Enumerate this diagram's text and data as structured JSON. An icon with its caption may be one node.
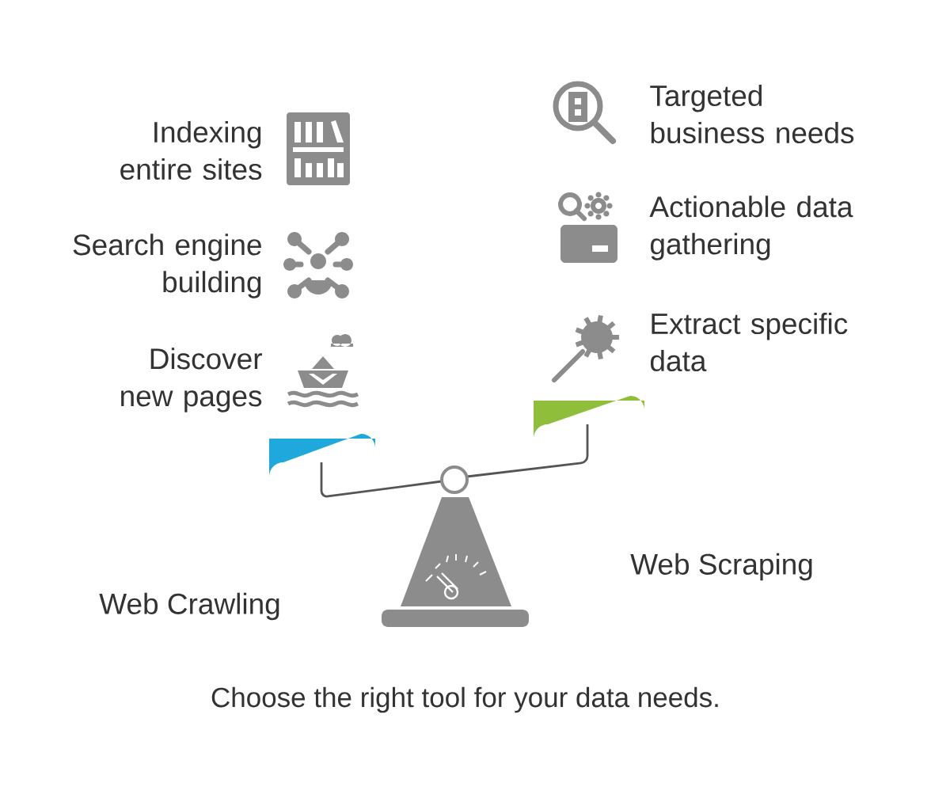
{
  "diagram": {
    "caption": "Choose the right tool for your data needs.",
    "labels": [
      "Targeted business needs",
      "Indexing entire sites",
      "Actionable data gathering",
      "Search engine building",
      "Extract specific data",
      "Discover new pages",
      "Web Scraping",
      "Web Crawling"
    ]
  }
}
